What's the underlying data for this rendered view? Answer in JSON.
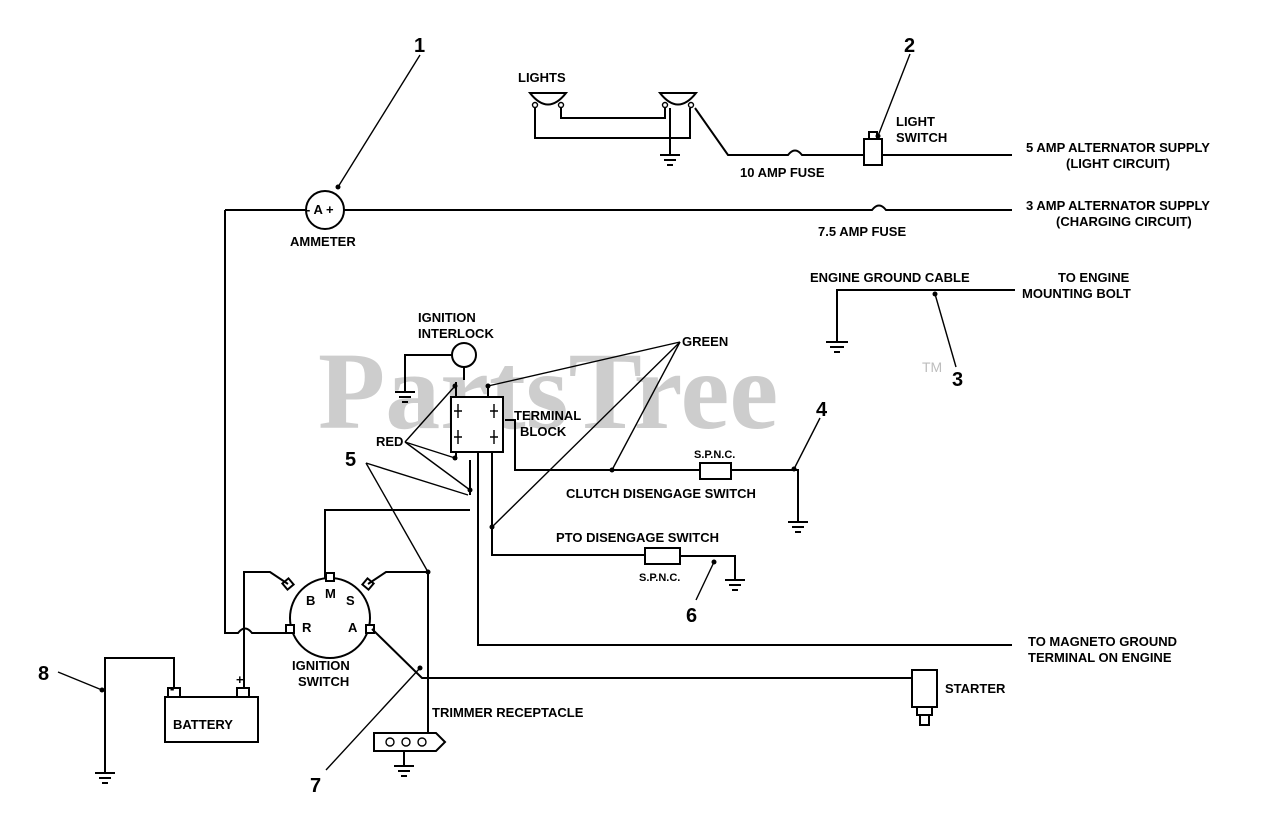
{
  "watermark": {
    "text": "PartsTree",
    "tm": "TM"
  },
  "callouts": {
    "n1": "1",
    "n2": "2",
    "n3": "3",
    "n4": "4",
    "n5": "5",
    "n6": "6",
    "n7": "7",
    "n8": "8"
  },
  "components": {
    "lights": "LIGHTS",
    "light_switch": [
      "LIGHT",
      "SWITCH"
    ],
    "fuse_10": "10 AMP FUSE",
    "fuse_75": "7.5 AMP FUSE",
    "ammeter": "AMMETER",
    "ammeter_symbol": "- A +",
    "ignition_interlock": [
      "IGNITION",
      "INTERLOCK"
    ],
    "terminal_block": [
      "TERMINAL",
      "BLOCK"
    ],
    "wire_green": "GREEN",
    "wire_red": "RED",
    "spnc_clutch": "S.P.N.C.",
    "clutch_switch": "CLUTCH DISENGAGE SWITCH",
    "pto_switch": "PTO DISENGAGE SWITCH",
    "spnc_pto": "S.P.N.C.",
    "ignition_switch": [
      "IGNITION",
      "SWITCH"
    ],
    "ign_terminals": {
      "b": "B",
      "m": "M",
      "s": "S",
      "r": "R",
      "a": "A"
    },
    "battery": "BATTERY",
    "trimmer": "TRIMMER RECEPTACLE",
    "starter": "STARTER",
    "engine_ground": "ENGINE GROUND CABLE"
  },
  "destinations": {
    "light_supply": [
      "5 AMP ALTERNATOR SUPPLY",
      "(LIGHT CIRCUIT)"
    ],
    "charging_supply": [
      "3 AMP ALTERNATOR SUPPLY",
      "(CHARGING CIRCUIT)"
    ],
    "engine_bolt": [
      "TO ENGINE",
      "MOUNTING BOLT"
    ],
    "magneto": [
      "TO MAGNETO GROUND",
      "TERMINAL ON ENGINE"
    ]
  }
}
